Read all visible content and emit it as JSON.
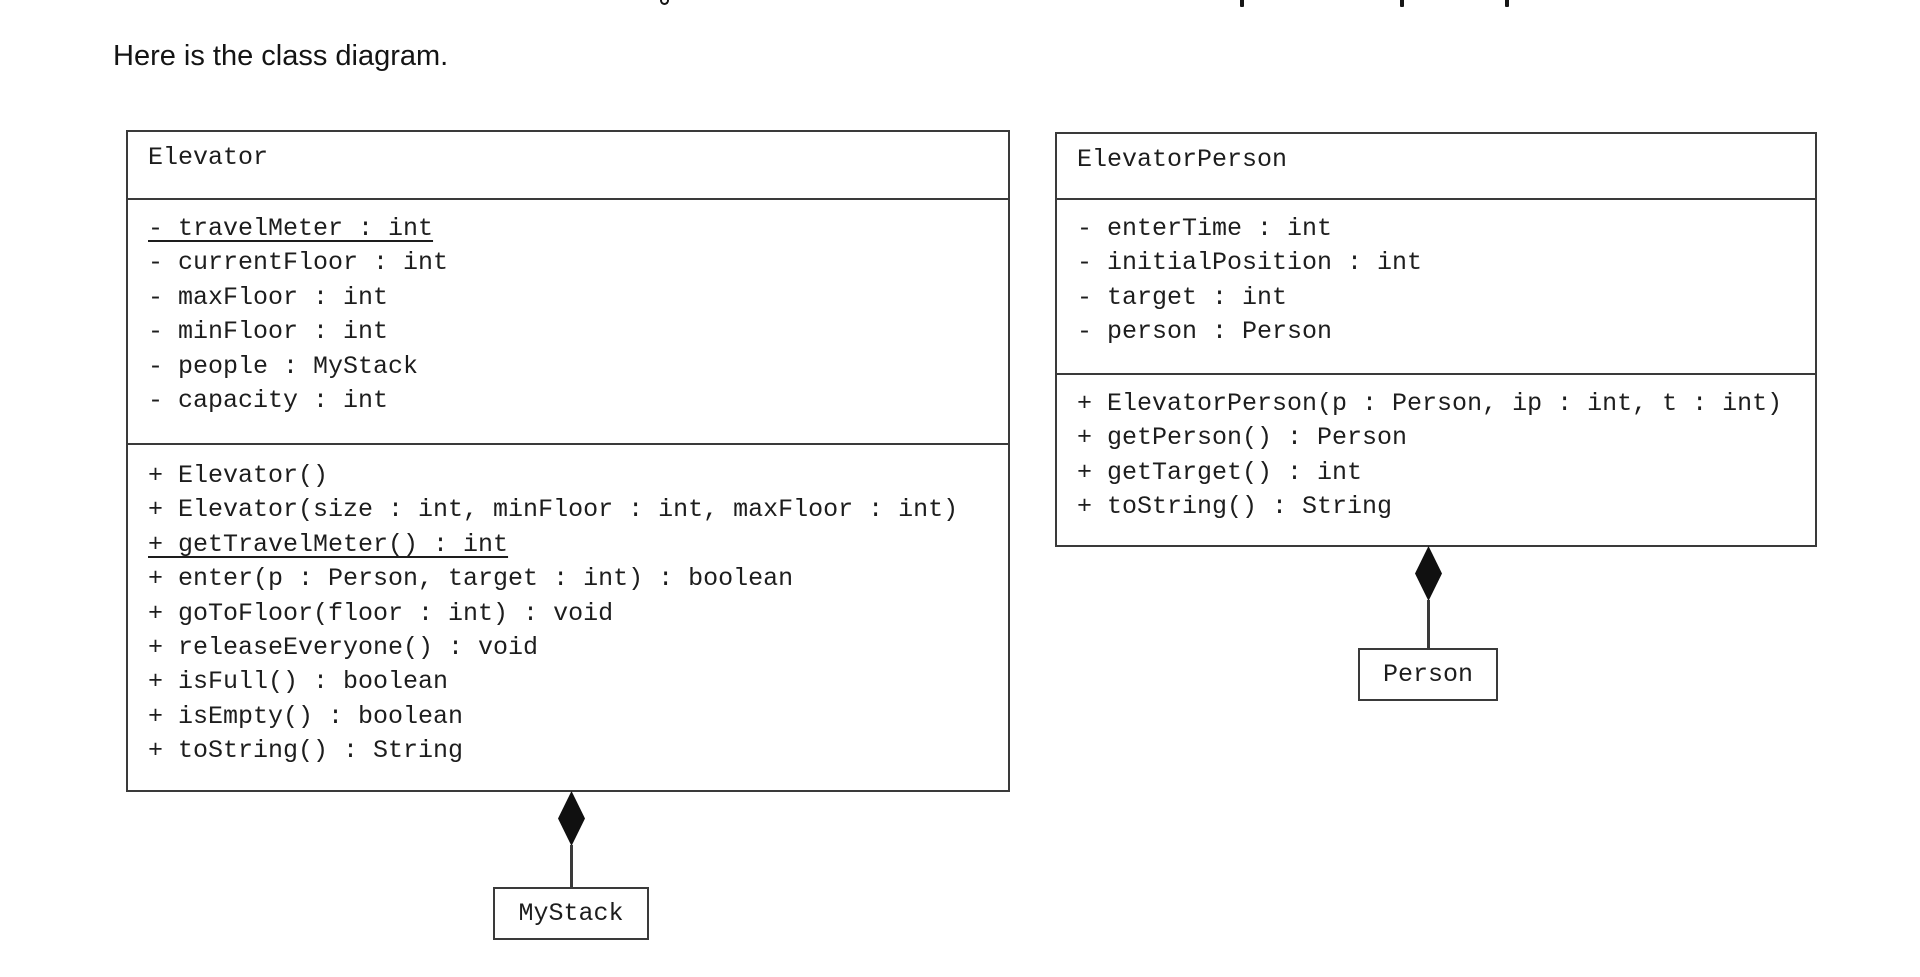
{
  "intro": {
    "text": "Here is the class diagram."
  },
  "diagram": {
    "elevator": {
      "name": "Elevator",
      "attributes": [
        {
          "text": "- travelMeter : int",
          "static": true
        },
        {
          "text": "- currentFloor : int"
        },
        {
          "text": "- maxFloor : int"
        },
        {
          "text": "- minFloor : int"
        },
        {
          "text": "- people : MyStack"
        },
        {
          "text": "- capacity : int"
        }
      ],
      "methods": [
        {
          "text": "+ Elevator()"
        },
        {
          "text": "+ Elevator(size : int, minFloor : int, maxFloor : int)"
        },
        {
          "text": "+ getTravelMeter() : int",
          "static": true
        },
        {
          "text": "+ enter(p : Person, target : int) : boolean"
        },
        {
          "text": "+ goToFloor(floor : int) : void"
        },
        {
          "text": "+ releaseEveryone() : void"
        },
        {
          "text": "+ isFull() : boolean"
        },
        {
          "text": "+ isEmpty() : boolean"
        },
        {
          "text": "+ toString() : String"
        }
      ]
    },
    "elevator_person": {
      "name": "ElevatorPerson",
      "attributes": [
        {
          "text": "- enterTime : int"
        },
        {
          "text": "- initialPosition : int"
        },
        {
          "text": "- target : int"
        },
        {
          "text": "- person : Person"
        }
      ],
      "methods": [
        {
          "text": "+ ElevatorPerson(p : Person, ip : int, t : int)"
        },
        {
          "text": "+ getPerson() : Person"
        },
        {
          "text": "+ getTarget() : int"
        },
        {
          "text": "+ toString() : String"
        }
      ]
    },
    "mystack": {
      "name": "MyStack"
    },
    "person": {
      "name": "Person"
    },
    "relationships": [
      {
        "owner": "Elevator",
        "part": "MyStack",
        "type": "composition"
      },
      {
        "owner": "ElevatorPerson",
        "part": "Person",
        "type": "composition"
      }
    ],
    "colors": {
      "background": "#ffffff",
      "border": "#3a3a3a",
      "text": "#1d1d1d",
      "diamond": "#101010"
    }
  }
}
